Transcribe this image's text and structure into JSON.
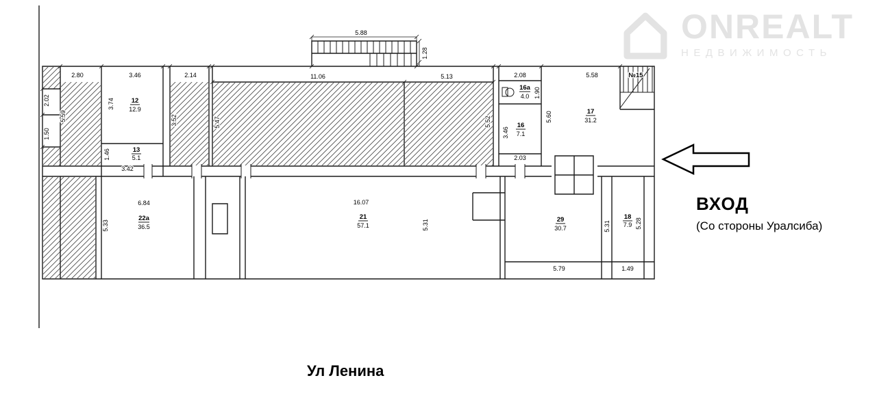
{
  "watermark": {
    "brand": "ONREALT",
    "subtitle": "НЕДВИЖИМОСТЬ"
  },
  "entrance": {
    "title": "ВХОД",
    "subtitle": "(Со стороны Уралсиба)"
  },
  "street_label": "Ул Ленина",
  "plan": {
    "rooms": {
      "r12": {
        "num": "12",
        "area": "12.9"
      },
      "r13": {
        "num": "13",
        "area": "5.1"
      },
      "r16a": {
        "num": "16a",
        "area": "4.0"
      },
      "r16": {
        "num": "16",
        "area": "7.1"
      },
      "r17": {
        "num": "17",
        "area": "31.2"
      },
      "r15": {
        "num": "№15"
      },
      "r22a": {
        "num": "22a",
        "area": "36.5"
      },
      "r21": {
        "num": "21",
        "area": "57.1"
      },
      "r29": {
        "num": "29",
        "area": "30.7"
      },
      "r18": {
        "num": "18",
        "area": "7.9"
      }
    },
    "dims": {
      "stairs_width": "5.88",
      "stairs_height": "1.28",
      "hatch1_width": "2.80",
      "r12_width": "3.46",
      "hatch2_width": "2.14",
      "hall_width_left": "11.06",
      "hall_width_right": "5.13",
      "r16a_width": "2.08",
      "r17_width": "5.58",
      "cell1_height": "2.02",
      "hatch1_height": "5.59",
      "cell2_height": "1.50",
      "r12_height": "3.74",
      "hatch2_height": "3.52",
      "hall_height_left": "5.47",
      "hall_height_right": "5.52",
      "r16a_height": "1.90",
      "r16_height": "3.46",
      "r17_height": "5.60",
      "r13_height": "1.46",
      "r13_width": "3.42",
      "r16_gap": "2.03",
      "r22a_width": "6.84",
      "r22a_height": "5.33",
      "r21_width": "16.07",
      "r21_height": "5.31",
      "r29_height": "5.31",
      "r29_width": "5.79",
      "r18_height": "5.28",
      "r18_width": "1.49"
    }
  }
}
